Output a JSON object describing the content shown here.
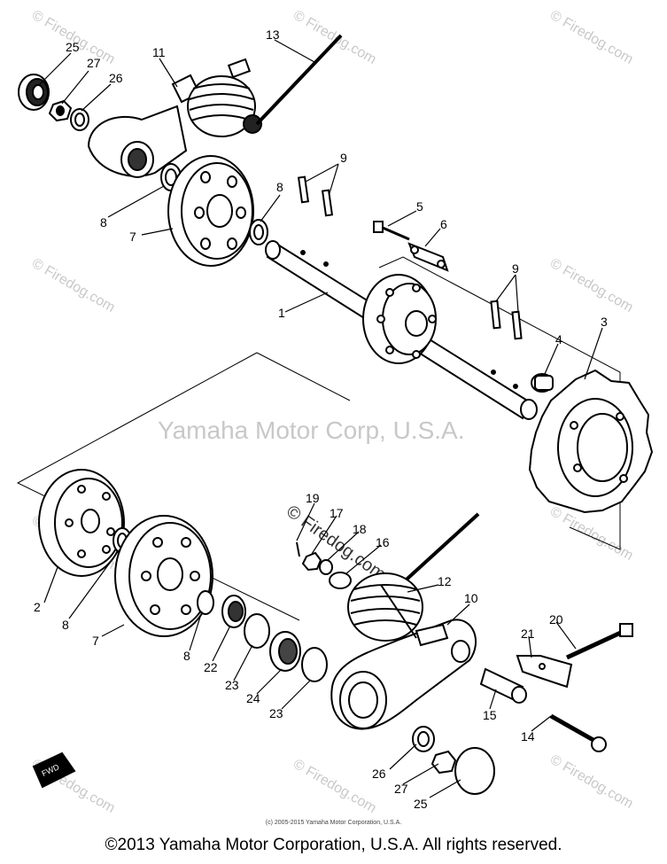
{
  "watermark": {
    "center_text": "Yamaha Motor Corp, U.S.A.",
    "tile_text": "© Firedog.com"
  },
  "fwd_label": "FWD",
  "copyright_small": "(c) 2005-2015 Yamaha Motor Corporation, U.S.A.",
  "footer_copyright": "©2013 Yamaha Motor Corporation, U.S.A. All rights reserved.",
  "callouts": [
    "1",
    "2",
    "3",
    "4",
    "5",
    "6",
    "7",
    "8",
    "9",
    "10",
    "11",
    "12",
    "13",
    "14",
    "15",
    "16",
    "17",
    "18",
    "19",
    "20",
    "21",
    "22",
    "23",
    "24",
    "25",
    "26",
    "27"
  ]
}
